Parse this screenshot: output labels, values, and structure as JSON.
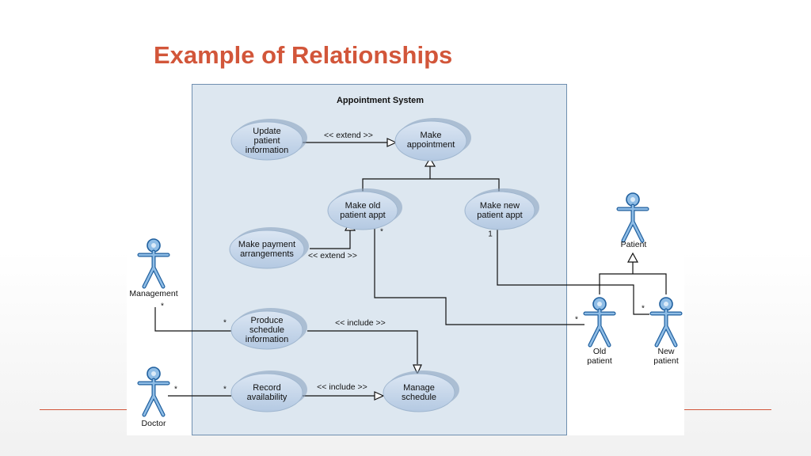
{
  "slide": {
    "title": "Example of Relationships",
    "accent_color": "#d2563a"
  },
  "diagram": {
    "system_name": "Appointment System",
    "use_cases": {
      "update_info": "Update\npatient\ninformation",
      "make_appt": "Make\nappointment",
      "make_old": "Make old\npatient appt",
      "make_new": "Make new\npatient appt",
      "make_payment": "Make payment\narrangements",
      "produce_schedule": "Produce\nschedule\ninformation",
      "record_availability": "Record\navailability",
      "manage_schedule": "Manage\nschedule"
    },
    "relationships": {
      "extend_update": "<< extend >>",
      "extend_payment": "<< extend >>",
      "include_produce": "<< include >>",
      "include_record": "<< include >>"
    },
    "multiplicities": {
      "old_appt": "*",
      "new_appt": "1",
      "management": "*",
      "produce_schedule": "*",
      "doctor": "*",
      "record_availability": "*",
      "old_patient": "*",
      "new_patient": "*"
    },
    "actors": {
      "management": "Management",
      "doctor": "Doctor",
      "patient": "Patient",
      "old_patient": "Old\npatient",
      "new_patient": "New\npatient"
    },
    "colors": {
      "use_case_fill": "#c5d6ea",
      "system_fill": "#dde7f0",
      "actor_fill": "#8fbde6"
    }
  }
}
